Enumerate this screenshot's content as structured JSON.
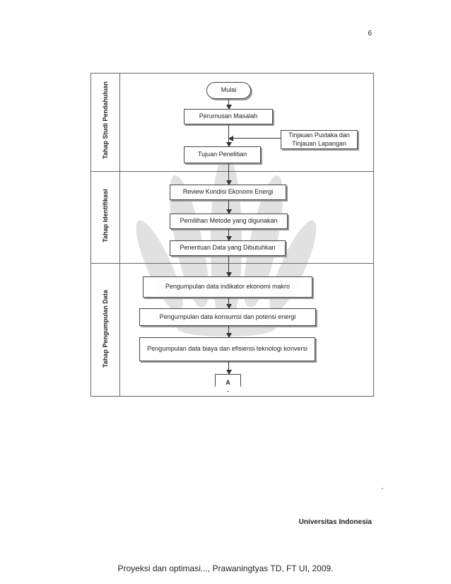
{
  "page": {
    "number": "6",
    "footer_right": "Universitas Indonesia",
    "footer_bottom": "Proyeksi dan optimasi..., Prawaningtyas TD, FT UI, 2009."
  },
  "diagram": {
    "lanes": [
      "Tahap Studi Pendahuluan",
      "Tahap Identifikasi",
      "Tahap Pengumpulan Data"
    ],
    "steps": {
      "mulai": "Mulai",
      "perumusan": "Perumusan Masalah",
      "tinjauan": "Tinjauan Pustaka dan Tinjauan Lapangan",
      "tujuan": "Tujuan Penelitian",
      "review": "Review Kondisi Ekonomi Energi",
      "pemilihan": "Pemilihan Metode yang digunakan",
      "penentuan": "Penentuan Data yang Dibutuhkan",
      "pengumpulan_makro": "Pengumpulan data indikator ekonomi makro",
      "pengumpulan_konsumsi": "Pengumpulan data konsumsi dan potensi  energi",
      "pengumpulan_biaya": "Pengumpulan data biaya dan efisiensi teknologi  konversi",
      "connector": "A"
    }
  }
}
